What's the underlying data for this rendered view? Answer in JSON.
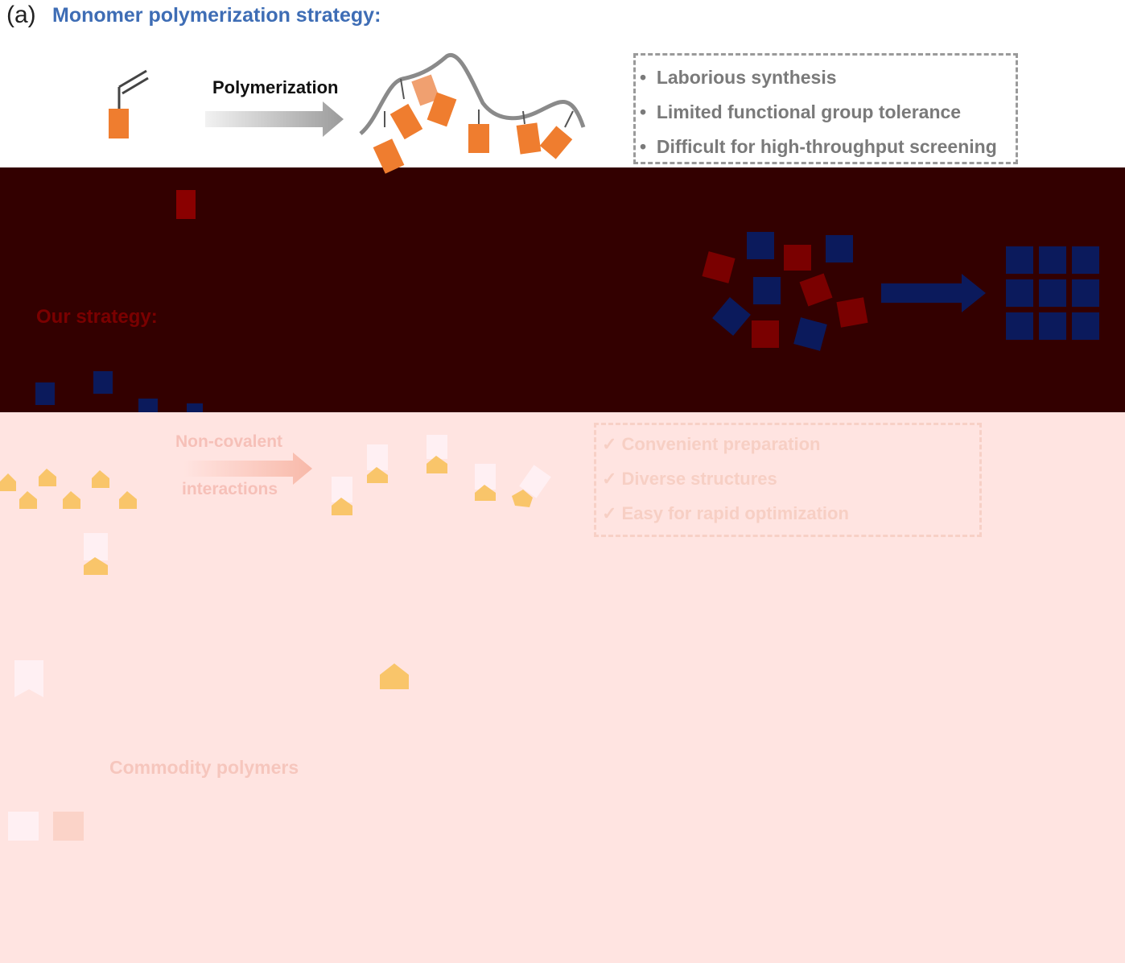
{
  "panel_a": {
    "label": "(a)",
    "title": "Monomer polymerization strategy:",
    "arrow_label": "Polymerization",
    "drawbacks": [
      "Laborious synthesis",
      "Limited functional group tolerance",
      "Difficult for high-throughput screening"
    ]
  },
  "panel_b": {
    "title": "Our strategy:",
    "arrow_label_line1": "Non-covalent",
    "arrow_label_line2": "interactions",
    "advantages": [
      "✓ Convenient preparation",
      "✓ Diverse structures",
      "✓ Easy for rapid optimization"
    ],
    "commodity_label": "Commodity polymers"
  },
  "colors": {
    "title_blue": "#3e6db5",
    "block_orange": "#ef7d2f",
    "mid_band": "#330000",
    "bottom_band": "#ffe4e1",
    "navy": "#0b1a5c"
  }
}
